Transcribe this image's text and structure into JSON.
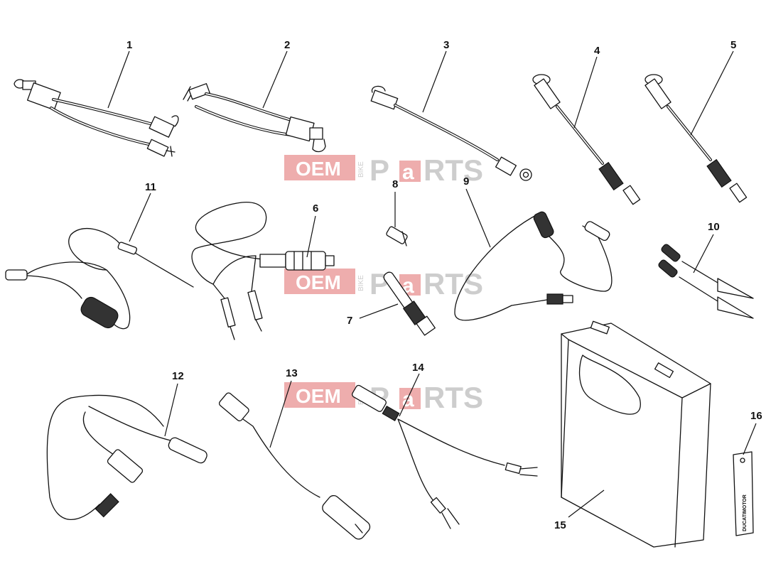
{
  "callouts": {
    "c1": "1",
    "c2": "2",
    "c3": "3",
    "c4": "4",
    "c5": "5",
    "c6": "6",
    "c7": "7",
    "c8": "8",
    "c9": "9",
    "c10": "10",
    "c11": "11",
    "c12": "12",
    "c13": "13",
    "c14": "14",
    "c15": "15",
    "c16": "16"
  },
  "watermark": {
    "oem": "OEM",
    "bike": "BIKE",
    "parts_p": "P",
    "parts_a": "a",
    "parts_rts": "RTS"
  },
  "tag_label": "DUCATIMOTOR",
  "colors": {
    "line": "#111111",
    "watermark_red": "#e06a6a",
    "watermark_grey": "#bdbdbd"
  }
}
